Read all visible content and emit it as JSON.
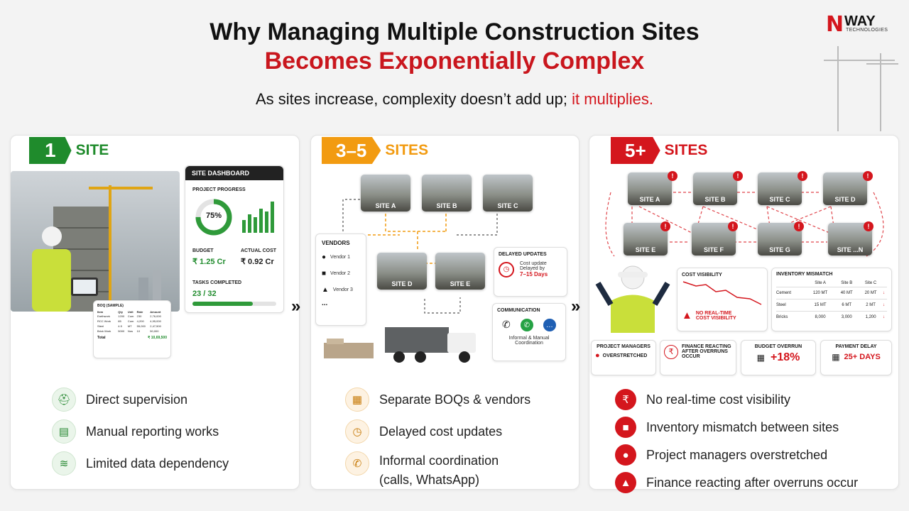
{
  "header": {
    "title_line1": "Why Managing Multiple Construction Sites",
    "title_line2": "Becomes Exponentially Complex",
    "subtitle_main": "As sites increase, complexity doesn’t add up; ",
    "subtitle_highlight": "it multiplies."
  },
  "logo": {
    "n": "N",
    "way": "WAY",
    "tech": "TECHNOLOGIES"
  },
  "colors": {
    "green": "#1f8b2c",
    "orange": "#f29b11",
    "red": "#d4161d"
  },
  "panel1": {
    "num": "1",
    "word": "SITE",
    "dashboard": {
      "title": "SITE DASHBOARD",
      "progress_label": "PROJECT PROGRESS",
      "progress_value": "75%",
      "progress_fraction": 0.75,
      "budget_label": "BUDGET",
      "budget_value": "₹ 1.25 Cr",
      "actual_label": "ACTUAL COST",
      "actual_value": "₹ 0.92 Cr",
      "tasks_label": "TASKS COMPLETED",
      "tasks_value": "23 / 32",
      "tasks_fraction": 0.72
    },
    "boq": {
      "title": "BOQ (SAMPLE)",
      "headers": [
        "Item",
        "Qty",
        "Unit",
        "Rate",
        "Amount"
      ],
      "rows": [
        [
          "Earthwork",
          "1200",
          "Cum",
          "230",
          "2,76,000"
        ],
        [
          "RCC Work",
          "85",
          "Cum",
          "4,200",
          "4,95,000"
        ],
        [
          "Steel",
          "4.5",
          "MT",
          "55,000",
          "2,47,500"
        ],
        [
          "Brick Work",
          "5000",
          "Nos",
          "10",
          "50,000"
        ]
      ],
      "total_label": "Total",
      "total_value": "₹ 10,69,500"
    },
    "bullets": [
      "Direct supervision",
      "Manual reporting works",
      "Limited data dependency"
    ]
  },
  "panel2": {
    "num": "3–5",
    "word": "SITES",
    "sites": [
      "SITE A",
      "SITE B",
      "SITE C",
      "SITE D",
      "SITE E"
    ],
    "vendors": {
      "title": "VENDORS",
      "items": [
        "Vendor 1",
        "Vendor 2",
        "Vendor 3"
      ],
      "more": "..."
    },
    "delayed": {
      "title": "DELAYED UPDATES",
      "line1": "Cost update",
      "line2": "Delayed by",
      "value": "7–15 Days"
    },
    "comm": {
      "title": "COMMUNICATION",
      "line1": "Informal & Manual",
      "line2": "Coordination"
    },
    "bullets": [
      "Separate BOQs & vendors",
      "Delayed cost updates",
      "Informal coordination",
      "(calls, WhatsApp)"
    ]
  },
  "panel3": {
    "num": "5+",
    "word": "SITES",
    "sites": [
      "SITE A",
      "SITE B",
      "SITE C",
      "SITE D",
      "SITE E",
      "SITE F",
      "SITE G",
      "SITE ...N"
    ],
    "cost": {
      "title": "COST VISIBILITY",
      "warning1": "NO REAL-TIME",
      "warning2": "COST VISIBILITY"
    },
    "inventory": {
      "title": "INVENTORY MISMATCH",
      "headers": [
        "",
        "Site A",
        "Site B",
        "Site C"
      ],
      "rows": [
        [
          "Cement",
          "120 MT",
          "40 MT",
          "20 MT"
        ],
        [
          "Steel",
          "15 MT",
          "6 MT",
          "2 MT"
        ],
        [
          "Bricks",
          "8,000",
          "3,000",
          "1,200"
        ]
      ]
    },
    "stats": [
      {
        "title1": "PROJECT MANAGERS",
        "title2": "OVERSTRETCHED"
      },
      {
        "title1": "FINANCE REACTING",
        "title2": "AFTER OVERRUNS",
        "title3": "OCCUR"
      },
      {
        "title1": "BUDGET OVERRUN",
        "value": "+18%"
      },
      {
        "title1": "PAYMENT DELAY",
        "value": "25+ DAYS"
      }
    ],
    "bullets": [
      "No real-time cost visibility",
      "Inventory mismatch between sites",
      "Project managers overstretched",
      "Finance reacting after overruns occur"
    ]
  }
}
